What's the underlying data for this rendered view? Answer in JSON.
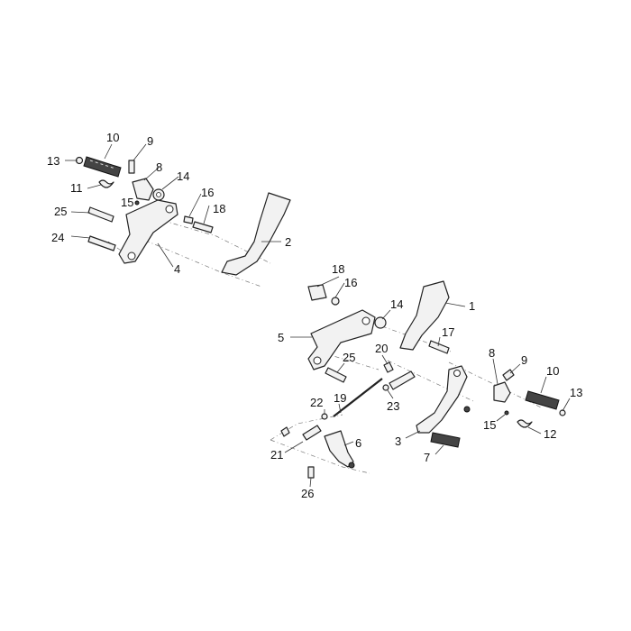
{
  "callouts": [
    {
      "id": "c10a",
      "text": "10"
    },
    {
      "id": "c9a",
      "text": "9"
    },
    {
      "id": "c13a",
      "text": "13"
    },
    {
      "id": "c8a",
      "text": "8"
    },
    {
      "id": "c14a",
      "text": "14"
    },
    {
      "id": "c11a",
      "text": "11"
    },
    {
      "id": "c15a",
      "text": "15"
    },
    {
      "id": "c16a",
      "text": "16"
    },
    {
      "id": "c25a",
      "text": "25"
    },
    {
      "id": "c18a",
      "text": "18"
    },
    {
      "id": "c2",
      "text": "2"
    },
    {
      "id": "c24",
      "text": "24"
    },
    {
      "id": "c4",
      "text": "4"
    },
    {
      "id": "c18b",
      "text": "18"
    },
    {
      "id": "c16b",
      "text": "16"
    },
    {
      "id": "c14b",
      "text": "14"
    },
    {
      "id": "c1",
      "text": "1"
    },
    {
      "id": "c5",
      "text": "5"
    },
    {
      "id": "c17",
      "text": "17"
    },
    {
      "id": "c20",
      "text": "20"
    },
    {
      "id": "c8b",
      "text": "8"
    },
    {
      "id": "c9b",
      "text": "9"
    },
    {
      "id": "c25b",
      "text": "25"
    },
    {
      "id": "c10b",
      "text": "10"
    },
    {
      "id": "c22",
      "text": "22"
    },
    {
      "id": "c19",
      "text": "19"
    },
    {
      "id": "c23",
      "text": "23"
    },
    {
      "id": "c13b",
      "text": "13"
    },
    {
      "id": "c15b",
      "text": "15"
    },
    {
      "id": "c6",
      "text": "6"
    },
    {
      "id": "c3",
      "text": "3"
    },
    {
      "id": "c12",
      "text": "12"
    },
    {
      "id": "c21",
      "text": "21"
    },
    {
      "id": "c7",
      "text": "7"
    },
    {
      "id": "c26",
      "text": "26"
    }
  ]
}
